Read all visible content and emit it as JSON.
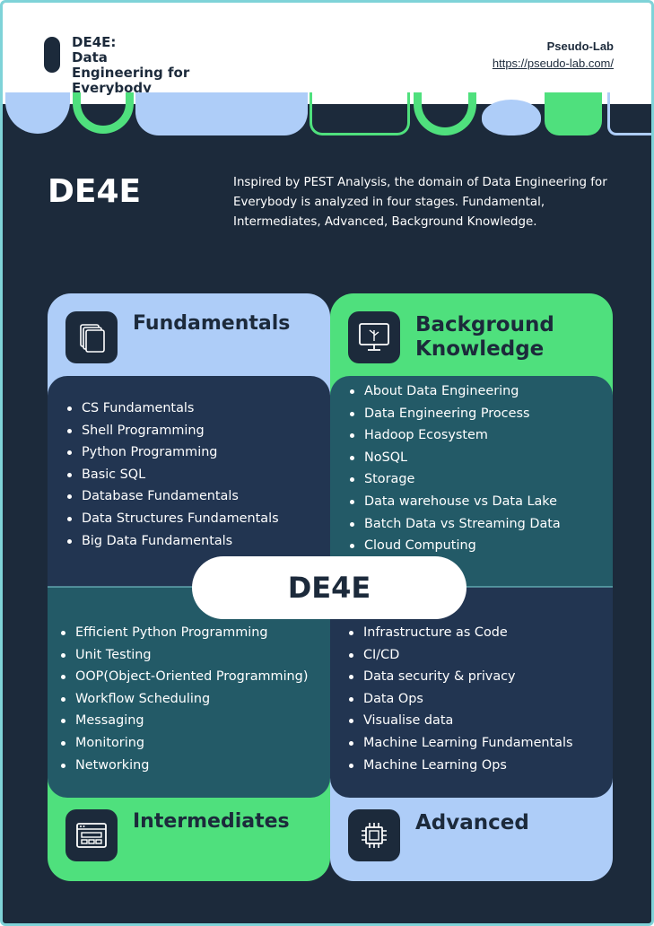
{
  "header": {
    "logo_lines": [
      "DE4E:",
      "Data",
      "Engineering for",
      "Everybody"
    ],
    "org_name": "Pseudo-Lab",
    "org_url": "https://pseudo-lab.com/"
  },
  "hero": {
    "title": "DE4E",
    "description": "Inspired by PEST Analysis, the domain of Data Engineering for Everybody is analyzed in four stages. Fundamental, Intermediates, Advanced, Background Knowledge."
  },
  "center_label": "DE4E",
  "quadrants": {
    "fundamentals": {
      "title": "Fundamentals",
      "icon": "stacked-documents-icon",
      "items": [
        "CS Fundamentals",
        "Shell Programming",
        "Python Programming",
        "Basic SQL",
        "Database Fundamentals",
        "Data Structures Fundamentals",
        "Big Data Fundamentals"
      ]
    },
    "background": {
      "title_lines": [
        "Background",
        "Knowledge"
      ],
      "icon": "monitor-icon",
      "items": [
        "About Data Engineering",
        "Data Engineering Process",
        "Hadoop Ecosystem",
        "NoSQL",
        "Storage",
        "Data warehouse vs Data Lake",
        "Batch Data  vs Streaming Data",
        "Cloud Computing"
      ]
    },
    "intermediates": {
      "title": "Intermediates",
      "icon": "browser-window-icon",
      "items": [
        "Efficient Python Programming",
        "Unit Testing",
        "OOP(Object-Oriented Programming)",
        "Workflow Scheduling",
        "Messaging",
        "Monitoring",
        "Networking"
      ]
    },
    "advanced": {
      "title": "Advanced",
      "icon": "chip-icon",
      "items": [
        "Infrastructure as Code",
        "CI/CD",
        "Data security & privacy",
        "Data Ops",
        "Visualise data",
        "Machine Learning Fundamentals",
        "Machine Learning Ops"
      ]
    }
  },
  "colors": {
    "navy": "#1c2a3b",
    "light_blue": "#aecdf8",
    "green": "#4fe07d",
    "teal_panel": "#235a67",
    "navy_panel": "#223551",
    "frame": "#7fd3d8"
  }
}
